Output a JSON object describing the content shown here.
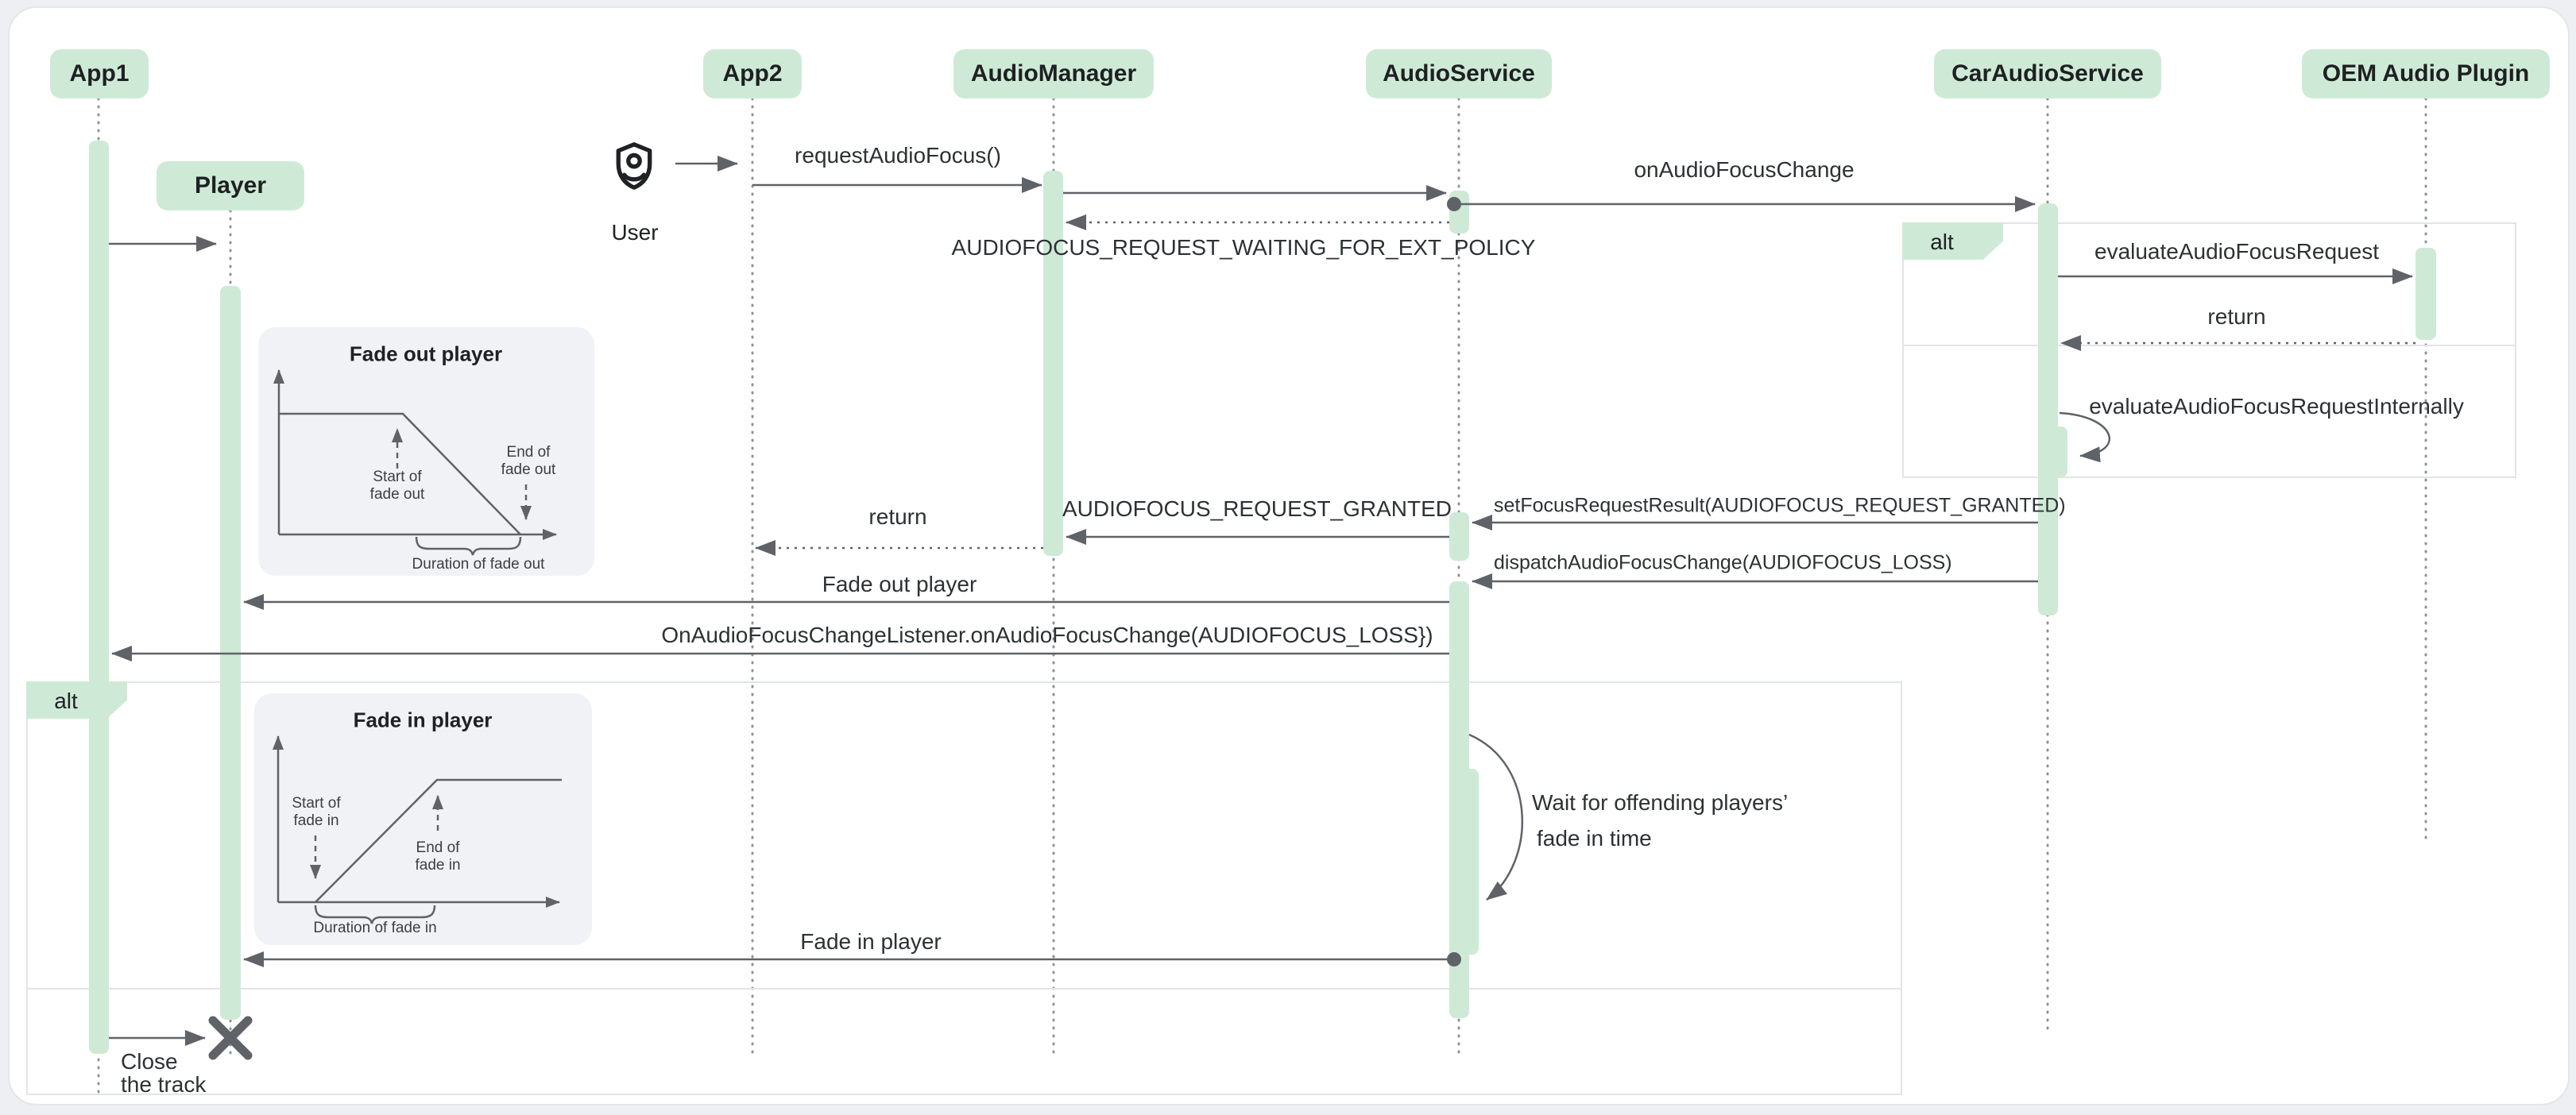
{
  "participants": [
    "App1",
    "App2",
    "AudioManager",
    "AudioService",
    "CarAudioService",
    "OEM Audio Plugin"
  ],
  "objects": {
    "player": "Player"
  },
  "actor": {
    "label": "User"
  },
  "fragments": {
    "alt_top": "alt",
    "alt_bottom": "alt"
  },
  "messages": {
    "request": "requestAudioFocus()",
    "on_audio_focus_change": "onAudioFocusChange",
    "waiting": "AUDIOFOCUS_REQUEST_WAITING_FOR_EXT_POLICY",
    "evaluate": "evaluateAudioFocusRequest",
    "return_evaluate": "return",
    "evaluate_internally": "evaluateAudioFocusRequestInternally",
    "granted": "AUDIOFOCUS_REQUEST_GRANTED",
    "return_request": "return",
    "set_focus_result": "setFocusRequestResult(AUDIOFOCUS_REQUEST_GRANTED)",
    "dispatch_loss": "dispatchAudioFocusChange(AUDIOFOCUS_LOSS)",
    "fade_out": "Fade out player",
    "listener_loss": "OnAudioFocusChangeListener.onAudioFocusChange(AUDIOFOCUS_LOSS})",
    "fade_in": "Fade in player",
    "wait_line1": "Wait for offending players’",
    "wait_line2": "fade in time",
    "close_line1": "Close",
    "close_line2": "the track"
  },
  "insets": {
    "fade_out": {
      "title": "Fade out player",
      "start_line1": "Start of",
      "start_line2": "fade out",
      "end_line1": "End of",
      "end_line2": "fade out",
      "duration": "Duration of fade out"
    },
    "fade_in": {
      "title": "Fade in player",
      "start_line1": "Start of",
      "start_line2": "fade in",
      "end_line1": "End of",
      "end_line2": "fade in",
      "duration": "Duration of fade in"
    }
  },
  "colors": {
    "green": "#ceead6",
    "arrow": "#5f6368",
    "text": "#202124",
    "lifeline": "#8e9499",
    "frame_border": "#e2e4e8",
    "inset_bg": "#f0f2f5",
    "page_bg": "#edeff2",
    "panel_bg": "#ffffff"
  }
}
